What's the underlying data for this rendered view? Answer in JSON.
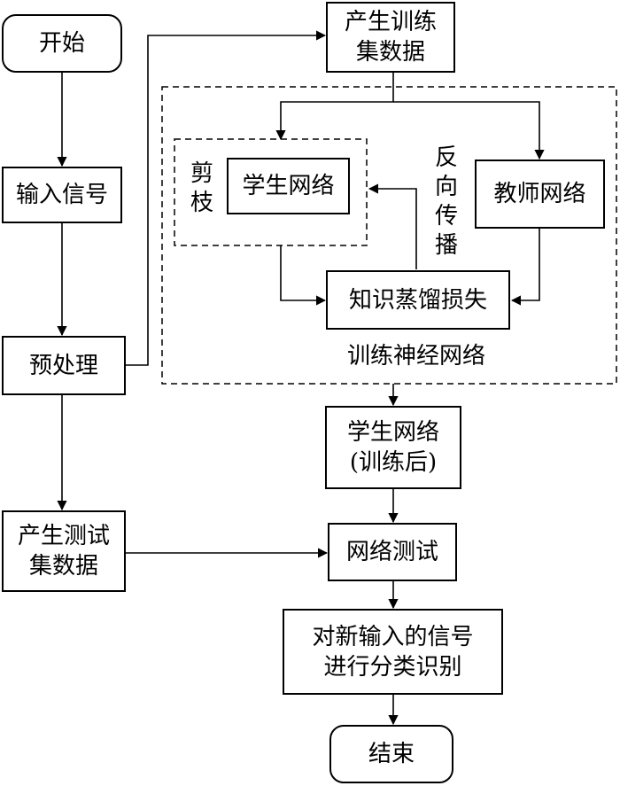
{
  "nodes": {
    "start": "开始",
    "input_signal": "输入信号",
    "preprocess": "预处理",
    "gen_test": "产生测试\n集数据",
    "gen_train": "产生训练\n集数据",
    "student_net": "学生网络",
    "teacher_net": "教师网络",
    "kd_loss": "知识蒸馏损失",
    "student_trained": "学生网络\n(训练后)",
    "net_test": "网络测试",
    "classify": "对新输入的信号\n进行分类识别",
    "end": "结束"
  },
  "labels": {
    "prune": "剪\n枝",
    "backprop": "反\n向\n传\n播",
    "train_group": "训练神经网络"
  }
}
